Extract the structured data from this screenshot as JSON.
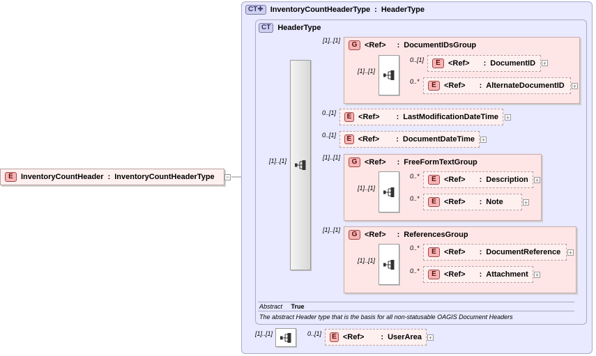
{
  "root": {
    "badge": "E",
    "name": "InventoryCountHeader",
    "type": "InventoryCountHeaderType",
    "sep": ":"
  },
  "outer": {
    "badge": "CT",
    "name": "InventoryCountHeaderType",
    "base": "HeaderType",
    "sep": ":"
  },
  "inner": {
    "badge": "CT",
    "name": "HeaderType"
  },
  "groups": [
    {
      "badge": "G",
      "ref": "<Ref>",
      "name": "DocumentIDsGroup",
      "sep": ":",
      "card": "[1]..[1]",
      "seq_card": "[1]..[1]",
      "children": [
        {
          "badge": "E",
          "ref": "<Ref>",
          "name": "DocumentID",
          "sep": ":",
          "card": "0..[1]"
        },
        {
          "badge": "E",
          "ref": "<Ref>",
          "name": "AlternateDocumentID",
          "sep": ":",
          "card": "0..*"
        }
      ]
    },
    {
      "badge": "G",
      "ref": "<Ref>",
      "name": "FreeFormTextGroup",
      "sep": ":",
      "card": "[1]..[1]",
      "seq_card": "[1]..[1]",
      "children": [
        {
          "badge": "E",
          "ref": "<Ref>",
          "name": "Description",
          "sep": ":",
          "card": "0..*"
        },
        {
          "badge": "E",
          "ref": "<Ref>",
          "name": "Note",
          "sep": ":",
          "card": "0..*"
        }
      ]
    },
    {
      "badge": "G",
      "ref": "<Ref>",
      "name": "ReferencesGroup",
      "sep": ":",
      "card": "[1]..[1]",
      "seq_card": "[1]..[1]",
      "children": [
        {
          "badge": "E",
          "ref": "<Ref>",
          "name": "DocumentReference",
          "sep": ":",
          "card": "0..*"
        },
        {
          "badge": "E",
          "ref": "<Ref>",
          "name": "Attachment",
          "sep": ":",
          "card": "0..*"
        }
      ]
    }
  ],
  "elements": [
    {
      "badge": "E",
      "ref": "<Ref>",
      "name": "LastModificationDateTime",
      "sep": ":",
      "card": "0..[1]"
    },
    {
      "badge": "E",
      "ref": "<Ref>",
      "name": "DocumentDateTime",
      "sep": ":",
      "card": "0..[1]"
    }
  ],
  "main_seq_card": "[1]..[1]",
  "abstract": {
    "label": "Abstract",
    "value": "True"
  },
  "documentation": "The abstract Header type that is the basis for all non-statusable OAGIS Document Headers",
  "userarea": {
    "seq_card": "[1]..[1]",
    "badge": "E",
    "ref": "<Ref>",
    "name": "UserArea",
    "sep": ":",
    "card": "0..[1]"
  },
  "colors": {
    "ct_bg": "#e9e9ff",
    "element_bg": "#fff0f0",
    "group_bg": "#ffe6e6",
    "badge_e": "#f7b5b5",
    "badge_ct": "#cfcff0"
  },
  "icons": {
    "expand": "plus-icon",
    "collapse": "minus-icon",
    "sequence": "sequence-icon"
  }
}
